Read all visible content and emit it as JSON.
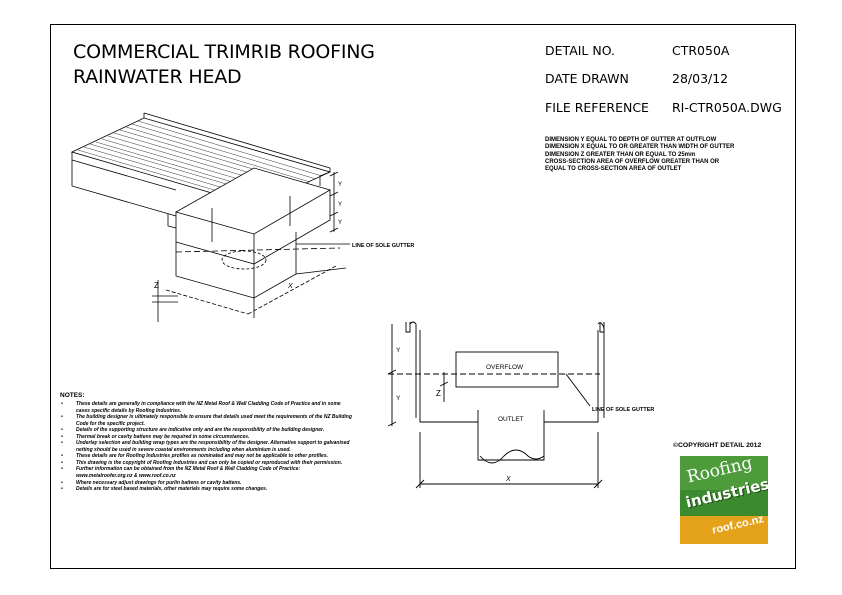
{
  "title": {
    "line1": "COMMERCIAL TRIMRIB ROOFING",
    "line2": "RAINWATER HEAD"
  },
  "meta": {
    "detail_no_label": "DETAIL NO.",
    "detail_no_value": "CTR050A",
    "date_label": "DATE DRAWN",
    "date_value": "28/03/12",
    "file_label": "FILE REFERENCE",
    "file_value": "RI-CTR050A.DWG"
  },
  "dimension_notes": [
    "DIMENSION Y EQUAL TO DEPTH OF GUTTER AT OUTFLOW",
    "DIMENSION X EQUAL TO OR GREATER THAN WIDTH OF GUTTER",
    "DIMENSION Z GREATER THAN OR EQUAL TO 25mm",
    "CROSS-SECTION AREA OF OVERFLOW GREATER THAN OR",
    "EQUAL TO CROSS-SECTION AREA OF OUTLET"
  ],
  "iso_labels": {
    "sole_gutter": "LINE OF SOLE GUTTER",
    "x": "X",
    "y": "Y",
    "z": "Z"
  },
  "section_labels": {
    "overflow": "OVERFLOW",
    "outlet": "OUTLET",
    "sole_gutter": "LINE OF SOLE GUTTER",
    "x": "X",
    "y": "Y",
    "z": "Z"
  },
  "notes": {
    "heading": "NOTES:",
    "items": [
      "These details are generally in compliance with the NZ Metal Roof & Wall Cladding Code of Practice and in some cases specific details by Roofing Industries.",
      "The building designer is ultimately responsible to ensure that details used meet the requirements of the NZ Building Code for the specific project.",
      "Details of the supporting structure are indicative only and are the responsibility of the building designer.",
      "Thermal break or cavity battens may be required in some circumstances.",
      "Underlay selection and building wrap types are the responsibility of the designer. Alternative support to galvanised netting should be used in severe coastal environments including when aluminium is used.",
      "These details are for Roofing Industries profiles as nominated and may not be applicable to other profiles.",
      "This drawing is the copyright of Roofing Industries and can only be copied or reproduced with their permission.",
      "Further information can be obtained from the NZ Metal Roof & Wall Cladding Code of Practice: www.metalroofer.org.nz & www.roof.co.nz",
      "Where necessary adjust drawings for purlin battens or cavity battens.",
      "Details are for steel based materials, other materials may require some changes."
    ]
  },
  "copyright": "©COPYRIGHT DETAIL 2012",
  "logo": {
    "line1": "Roofing",
    "line2": "industries",
    "line3": "roof.co.nz",
    "colors": {
      "green": "#3c8a2f",
      "orange": "#e3a21a"
    }
  }
}
